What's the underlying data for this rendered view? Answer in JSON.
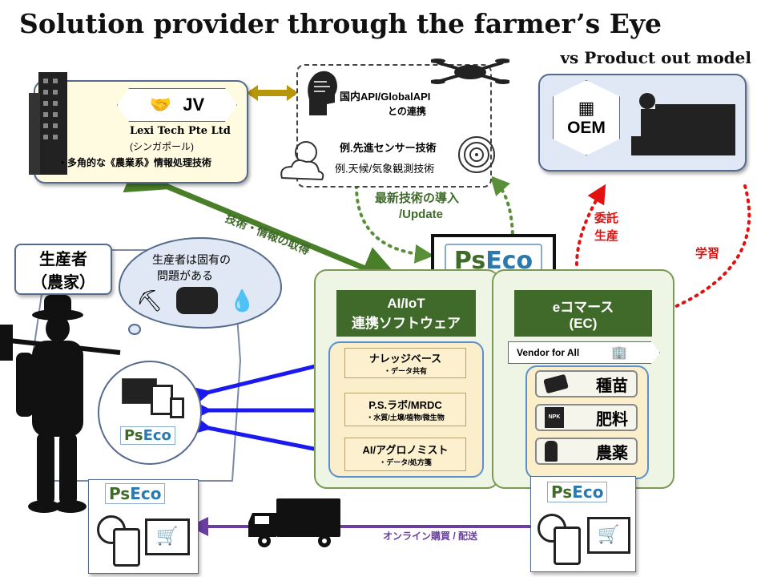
{
  "title": "Solution provider through the farmer’s Eye",
  "subtitle": "vs Product out model",
  "jv": {
    "badge": "JV",
    "company": "Lexi Tech Pte Ltd",
    "country": "(シンガポール)",
    "desc": "・多角的な《農業系》情報処理技術"
  },
  "api": {
    "line1": "国内API/GlobalAPI",
    "line2": "との連携",
    "sensor": "例.先進センサー技術",
    "weather": "例.天候/気象観測技術"
  },
  "oem": {
    "label": "OEM"
  },
  "arrows": {
    "tech_info": "技術・情報の取得",
    "latest_tech_1": "最新技術の導入",
    "latest_tech_2": "/Update",
    "consign": "委託\n生産",
    "learn": "学習",
    "online": "オンライン購買 / 配送"
  },
  "psEco": {
    "logo": "PsEco"
  },
  "producer": {
    "line1": "生産者",
    "line2": "（農家）"
  },
  "thought": {
    "text1": "生産者は固有の",
    "text2": "問題がある"
  },
  "aiiot": {
    "header1": "AI/IoT",
    "header2": "連携ソフトウェア",
    "items": [
      {
        "title": "ナレッジベース",
        "sub": "・データ共有"
      },
      {
        "title": "P.S.ラボ/MRDC",
        "sub": "・水質/土壌/植物/微生物"
      },
      {
        "title": "AI/アグロノミスト",
        "sub": "・データ/処方箋"
      }
    ]
  },
  "ec": {
    "header1": "eコマース",
    "header2": "(EC)",
    "vendor": "Vendor for All",
    "items": [
      {
        "label": "種苗",
        "icon": "seed-bag-icon"
      },
      {
        "label": "肥料",
        "icon": "fertilizer-bag-icon"
      },
      {
        "label": "農薬",
        "icon": "sprayer-icon"
      }
    ],
    "npk": "NPK"
  },
  "colors": {
    "green": "#3f6a2a",
    "blue": "#1a1af0",
    "red": "#e31010",
    "purple": "#6a3fa0",
    "olive": "#b8960a"
  }
}
